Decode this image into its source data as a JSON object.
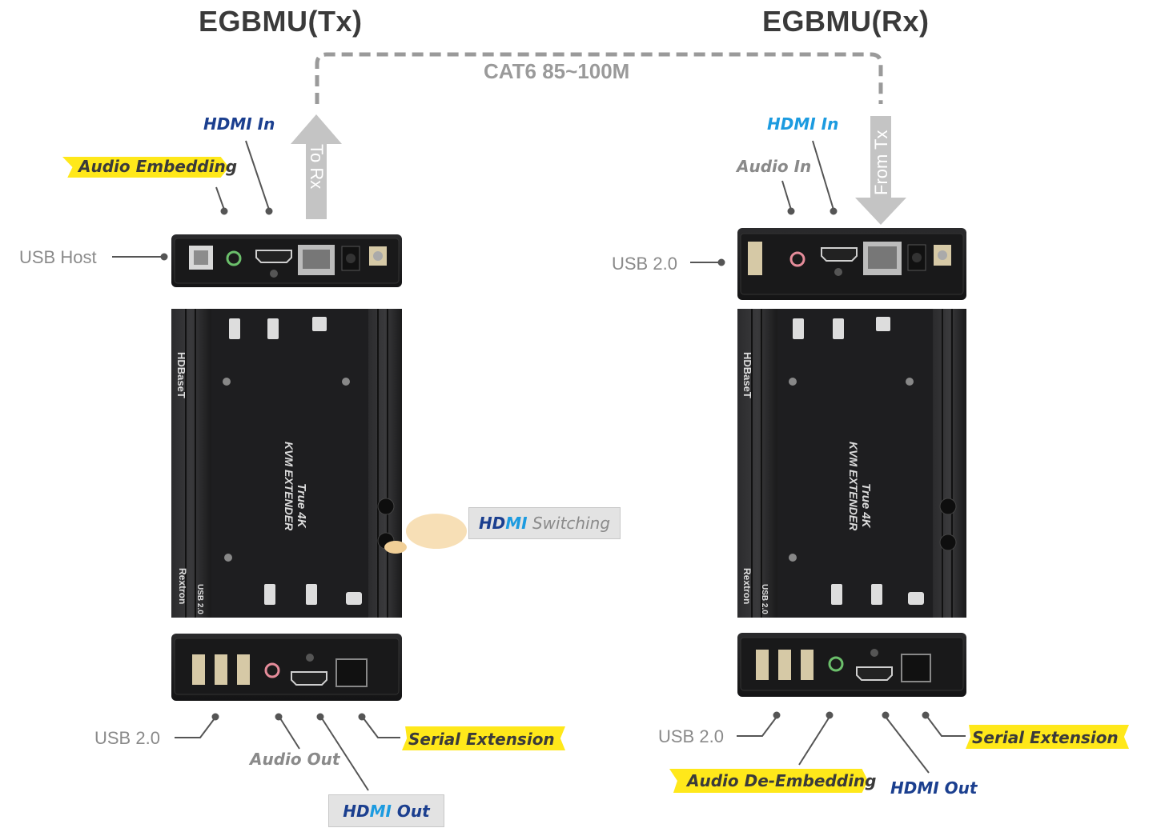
{
  "tx": {
    "title": "EGBMU(Tx)",
    "arrow_label": "To Rx",
    "labels": {
      "hdmi_in": "HDMI In",
      "audio_embedding": "Audio Embedding",
      "usb_host": "USB Host",
      "usb_20": "USB 2.0",
      "audio_out": "Audio Out",
      "serial_extension": "Serial Extension",
      "hdmi_out_hd": "HD",
      "hdmi_out_mi": "MI",
      "hdmi_out_rest": " Out",
      "switching_hd": "HD",
      "switching_mi": "MI",
      "switching_rest": " Switching"
    },
    "panel": {
      "brand": "Rextron",
      "hdbaset": "HDBaseT",
      "product_line1": "True 4K",
      "product_line2": "KVM EXTENDER",
      "usb": "USB 2.0"
    }
  },
  "rx": {
    "title": "EGBMU(Rx)",
    "arrow_label": "From Tx",
    "labels": {
      "hdmi_in": "HDMI In",
      "audio_in": "Audio In",
      "usb_20_top": "USB 2.0",
      "usb_20_bottom": "USB 2.0",
      "audio_de_embedding": "Audio De-Embedding",
      "hdmi_out": "HDMI Out",
      "serial_extension": "Serial Extension"
    },
    "panel": {
      "brand": "Rextron",
      "hdbaset": "HDBaseT",
      "product_line1": "True 4K",
      "product_line2": "KVM EXTENDER",
      "usb": "USB 2.0"
    }
  },
  "cable": {
    "label": "CAT6 85~100M"
  },
  "colors": {
    "device_body": "#1d1d1f",
    "highlight_yellow": "#ffe81a",
    "label_navy": "#1b3f8f",
    "label_cyan": "#1c9be0",
    "label_gray": "#8a8a8a",
    "arrow_gray": "#c4c4c4",
    "cable_dash": "#9a9a9a"
  }
}
